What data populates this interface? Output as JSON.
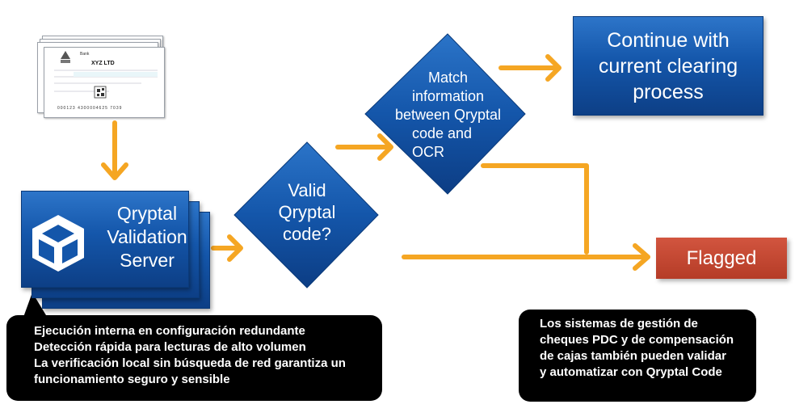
{
  "cheque": {
    "bank": "Bank",
    "payee": "XYZ LTD",
    "micr": "000123   4300004625   7039"
  },
  "server": {
    "lines": [
      "Qryptal",
      "Validation",
      "Server"
    ],
    "icon": "cube-icon"
  },
  "valid_diamond": {
    "lines": [
      "Valid",
      "Qryptal",
      "code?"
    ]
  },
  "match_diamond": {
    "lines": [
      "Match",
      "information",
      "between Qryptal",
      "code and",
      "OCR"
    ]
  },
  "continue_box": {
    "lines": [
      "Continue with",
      "current clearing",
      "process"
    ]
  },
  "flagged_box": {
    "label": "Flagged"
  },
  "callout_left": {
    "lines": [
      "Ejecución interna en configuración redundante",
      "Detección rápida para lecturas de alto volumen",
      "La verificación local sin búsqueda de red garantiza un",
      "funcionamiento seguro y sensible"
    ]
  },
  "callout_right": {
    "lines": [
      "Los sistemas de gestión de",
      "cheques PDC y de compensación",
      "de cajas también pueden validar",
      "y automatizar con Qryptal Code"
    ]
  },
  "colors": {
    "blue": "#1456aa",
    "arrow": "#f5a623",
    "flagged": "#c0452f",
    "callout": "#000000"
  }
}
